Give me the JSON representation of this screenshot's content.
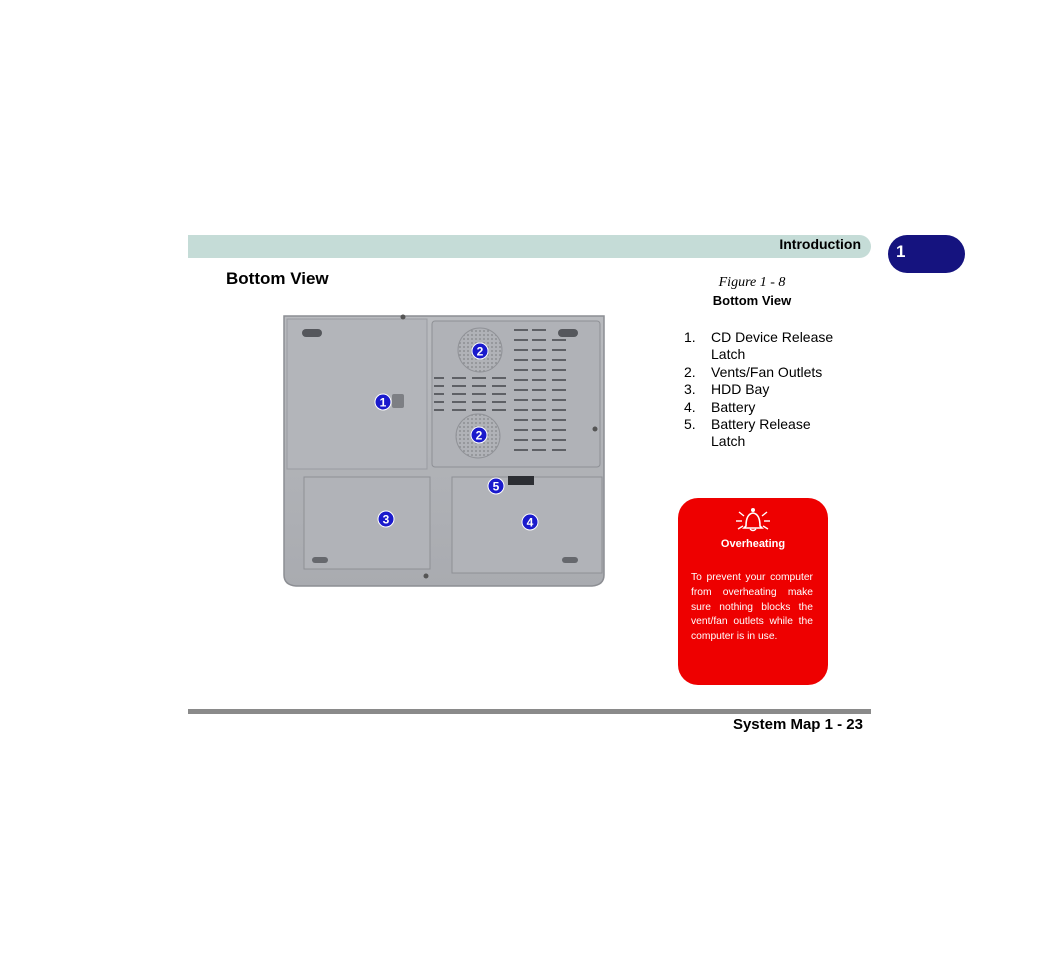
{
  "header": {
    "title": "Introduction",
    "chapter_tab": "1"
  },
  "section": {
    "title": "Bottom View"
  },
  "figure": {
    "caption": "Figure 1 - 8",
    "title": "Bottom View"
  },
  "legend": [
    {
      "num": "1.",
      "label": "CD Device Release Latch"
    },
    {
      "num": "2.",
      "label": "Vents/Fan Outlets"
    },
    {
      "num": "3.",
      "label": "HDD Bay"
    },
    {
      "num": "4.",
      "label": "Battery"
    },
    {
      "num": "5.",
      "label": "Battery Release Latch"
    }
  ],
  "callouts": [
    "1",
    "2",
    "2",
    "3",
    "4",
    "5"
  ],
  "warning": {
    "icon": "overheating-bell-icon",
    "title": "Overheating",
    "text": "To prevent your computer from overheating make sure nothing blocks the vent/fan outlets while the computer is in use."
  },
  "footer": {
    "page": "System Map 1 - 23"
  },
  "colors": {
    "header_bar": "#c5dcd7",
    "chapter_tab": "#15137f",
    "warning_bg": "#ee0000",
    "callout": "#1a1acc"
  }
}
